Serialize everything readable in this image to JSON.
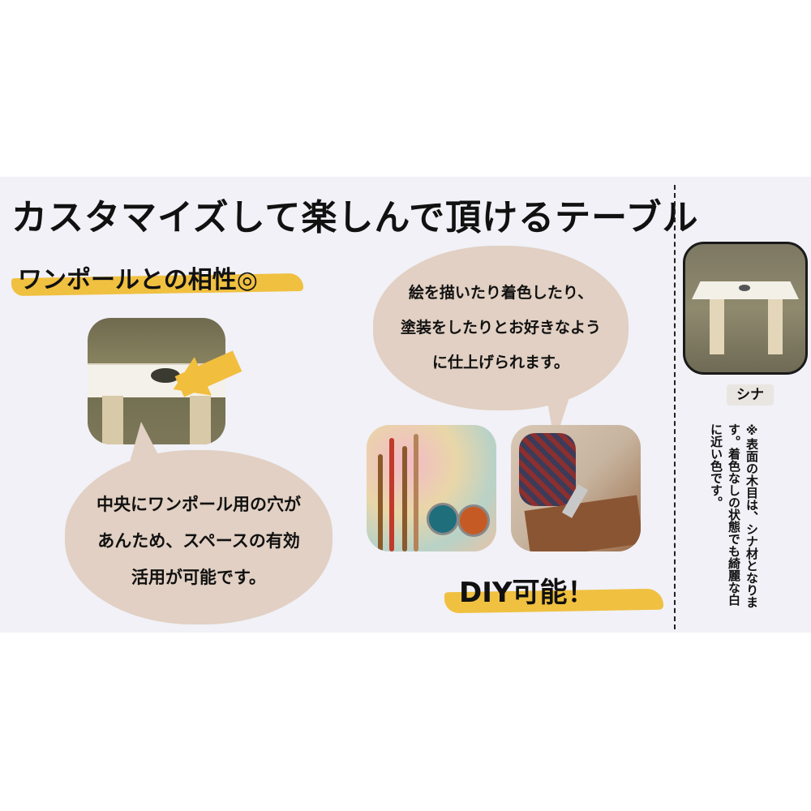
{
  "title": "カスタマイズして楽しんで頂けるテーブル",
  "section_one": {
    "heading": "ワンポールとの相性◎",
    "description": "中央にワンポール用の穴があんため、スペースの有効活用が可能です。",
    "lines": [
      "中央にワンポール用の穴が",
      "あんため、スペースの有効",
      "活用が可能です。"
    ]
  },
  "section_two": {
    "heading": "DIY可能！",
    "lines": [
      "絵を描いたり着色したり、",
      "塗装をしたりとお好きなよう",
      "に仕上げられます。"
    ]
  },
  "sidebar": {
    "badge": "シナ",
    "note": "※表面の木目は、シナ材となります。着色なしの状態でも綺麗な白に近い色です。"
  },
  "colors": {
    "accent": "#f0c040",
    "bubble": "#e1d0c3",
    "background": "#f1f1f7"
  }
}
